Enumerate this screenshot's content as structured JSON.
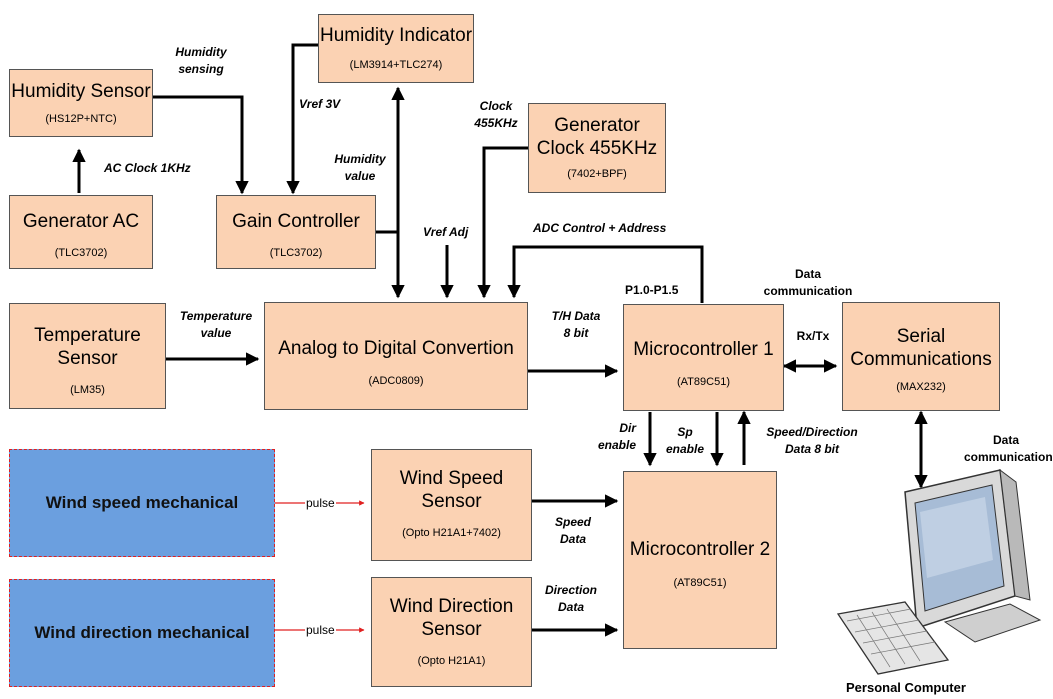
{
  "blocks": {
    "humidity_sensor": {
      "title": "Humidity Sensor",
      "sub": "(HS12P+NTC)"
    },
    "humidity_indicator": {
      "title": "Humidity Indicator",
      "sub": "(LM3914+TLC274)"
    },
    "generator_clock": {
      "title": "Generator Clock 455KHz",
      "sub": "(7402+BPF)"
    },
    "generator_ac": {
      "title": "Generator AC",
      "sub": "(TLC3702)"
    },
    "gain_controller": {
      "title": "Gain Controller",
      "sub": "(TLC3702)"
    },
    "temperature_sensor": {
      "title": "Temperature Sensor",
      "sub": "(LM35)"
    },
    "adc": {
      "title": "Analog to Digital Convertion",
      "sub": "(ADC0809)"
    },
    "mcu1": {
      "title": "Microcontroller 1",
      "sub": "(AT89C51)"
    },
    "serial": {
      "title": "Serial Communications",
      "sub": "(MAX232)"
    },
    "wind_speed_sensor": {
      "title": "Wind Speed Sensor",
      "sub": "(Opto H21A1+7402)"
    },
    "wind_direction_sensor": {
      "title": "Wind Direction Sensor",
      "sub": "(Opto H21A1)"
    },
    "mcu2": {
      "title": "Microcontroller 2",
      "sub": "(AT89C51)"
    }
  },
  "mechanical": {
    "wind_speed": "Wind speed mechanical",
    "wind_direction": "Wind direction mechanical"
  },
  "labels": {
    "humidity_sensing": "Humidity sensing",
    "vref_3v": "Vref 3V",
    "clock_455": "Clock 455KHz",
    "ac_clock": "AC Clock 1KHz",
    "humidity_value": "Humidity value",
    "vref_adj": "Vref Adj",
    "adc_control": "ADC Control + Address",
    "p10_p15": "P1.0-P1.5",
    "data_comm_top": "Data communication",
    "temperature_value": "Temperature value",
    "th_data": "T/H Data 8 bit",
    "rxtx": "Rx/Tx",
    "dir_enable": "Dir enable",
    "sp_enable": "Sp enable",
    "speed_direction_data": "Speed/Direction Data 8 bit",
    "data_comm_right": "Data communication",
    "speed_data": "Speed Data",
    "direction_data": "Direction Data",
    "pulse_1": "pulse",
    "pulse_2": "pulse",
    "personal_computer": "Personal Computer"
  },
  "colors": {
    "block_fill": "#fbd2b3",
    "mechanical_fill": "#6b9fdf",
    "mechanical_border": "#e02020",
    "arrow": "#000000"
  }
}
